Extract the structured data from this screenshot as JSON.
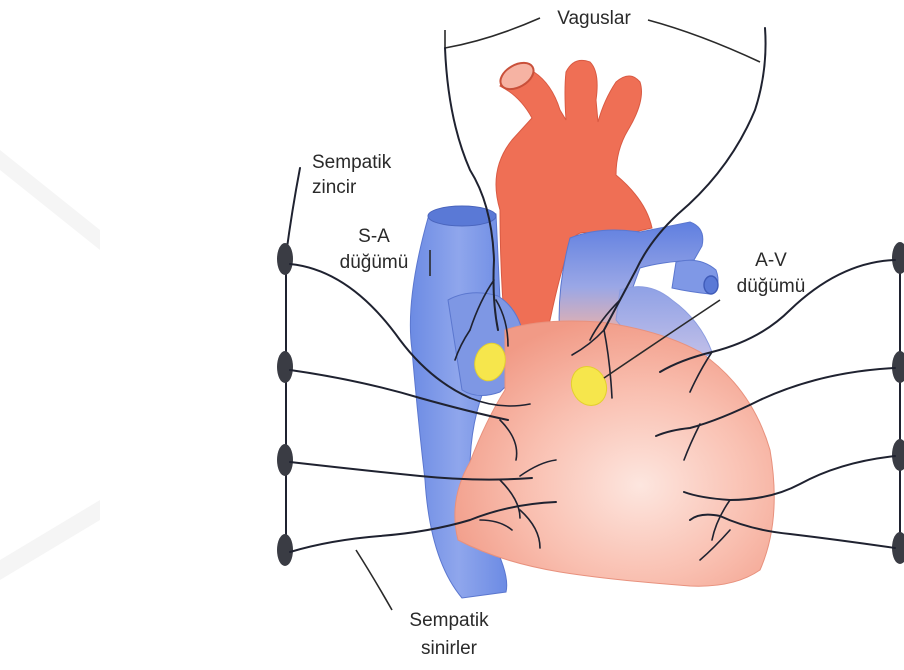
{
  "labels": {
    "vagus": "Vaguslar",
    "sympathetic_chain_line1": "Sempatik",
    "sympathetic_chain_line2": "zincir",
    "sa_node_line1": "S-A",
    "sa_node_line2": "düğümü",
    "av_node_line1": "A-V",
    "av_node_line2": "düğümü",
    "sympathetic_nerves_line1": "Sempatik",
    "sympathetic_nerves_line2": "sinirler"
  },
  "colors": {
    "aorta": "#f0705a",
    "heart_light": "#fbd3c8",
    "heart_mid": "#f6a795",
    "vein_blue": "#6f8ee6",
    "vein_light": "#9fb4ef",
    "node_yellow": "#f6e64c",
    "nerve": "#1f2230",
    "ganglion": "#3a3c44"
  }
}
